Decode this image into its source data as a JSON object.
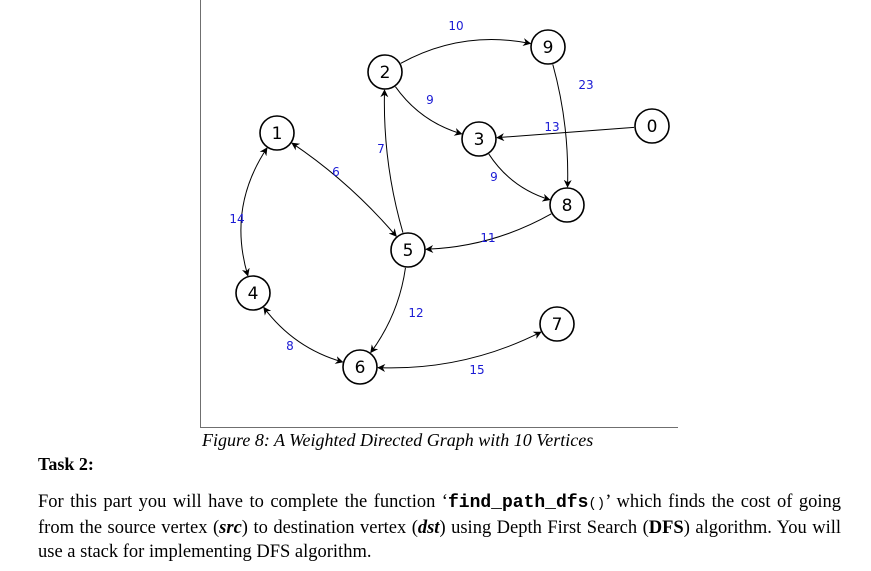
{
  "figure": {
    "caption": "Figure 8: A Weighted Directed Graph with 10 Vertices",
    "graph": {
      "vertices": [
        "0",
        "1",
        "2",
        "3",
        "4",
        "5",
        "6",
        "7",
        "8",
        "9"
      ],
      "edges": [
        {
          "from": "2",
          "to": "9",
          "weight": "10"
        },
        {
          "from": "9",
          "to": "8",
          "weight": "23"
        },
        {
          "from": "2",
          "to": "3",
          "weight": "9"
        },
        {
          "from": "0",
          "to": "3",
          "weight": "13"
        },
        {
          "from": "3",
          "to": "8",
          "weight": "9"
        },
        {
          "from": "8",
          "to": "5",
          "weight": "11"
        },
        {
          "from": "5",
          "to": "2",
          "weight": "7"
        },
        {
          "from": "1",
          "to": "5",
          "weight": "6"
        },
        {
          "from": "5",
          "to": "1",
          "weight": "6"
        },
        {
          "from": "1",
          "to": "4",
          "weight": "14"
        },
        {
          "from": "4",
          "to": "1",
          "weight": "14"
        },
        {
          "from": "5",
          "to": "6",
          "weight": "12"
        },
        {
          "from": "4",
          "to": "6",
          "weight": "8"
        },
        {
          "from": "6",
          "to": "4",
          "weight": "8"
        },
        {
          "from": "6",
          "to": "7",
          "weight": "15"
        },
        {
          "from": "7",
          "to": "6",
          "weight": "15"
        }
      ]
    }
  },
  "task": {
    "heading": "Task 2:",
    "text_1": "For this part you will have to complete the function ‘",
    "function_name": "find_path_dfs",
    "function_parens": "()",
    "text_2": "’ which finds the cost of going from the source vertex (",
    "src": "src",
    "text_3": ") to destination vertex (",
    "dst": "dst",
    "text_4": ") using Depth First Search (",
    "dfs": "DFS",
    "text_5": ") algorithm. You will use a stack for implementing DFS algorithm."
  }
}
